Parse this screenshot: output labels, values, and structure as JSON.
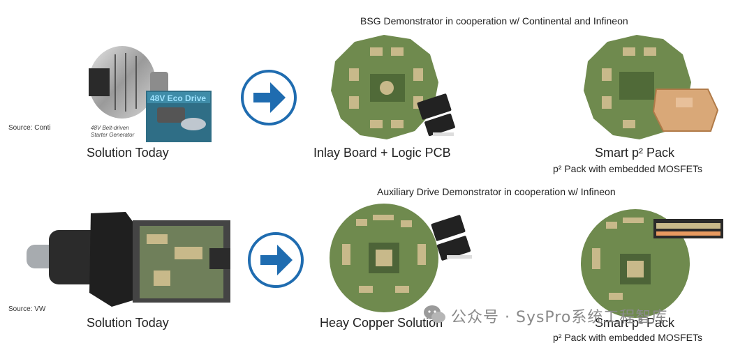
{
  "row1": {
    "heading": "BSG Demonstrator in cooperation w/ Continental and Infineon",
    "source": "Source: Conti",
    "product_title": "48V Eco Drive",
    "product_caption_line1": "48V Belt-driven",
    "product_caption_line2": "Starter Generator",
    "captions": {
      "solution_today": "Solution Today",
      "inlay_board": "Inlay Board + Logic PCB",
      "smart_pack": "Smart p² Pack",
      "smart_pack_sub": "p² Pack with embedded MOSFETs"
    }
  },
  "row2": {
    "heading": "Auxiliary Drive Demonstrator in cooperation  w/ Infineon",
    "source": "Source: VW",
    "captions": {
      "solution_today": "Solution Today",
      "heavy_copper": "Heay Copper Solution",
      "smart_pack": "Smart p² Pack",
      "smart_pack_sub": "p² Pack with embedded MOSFETs"
    }
  },
  "watermark": "公众号 · SysPro系统工程智库",
  "colors": {
    "arrow": "#1f6cb0",
    "pcb_green": "#6f8a4e",
    "pad_gold": "#c8b98a"
  }
}
